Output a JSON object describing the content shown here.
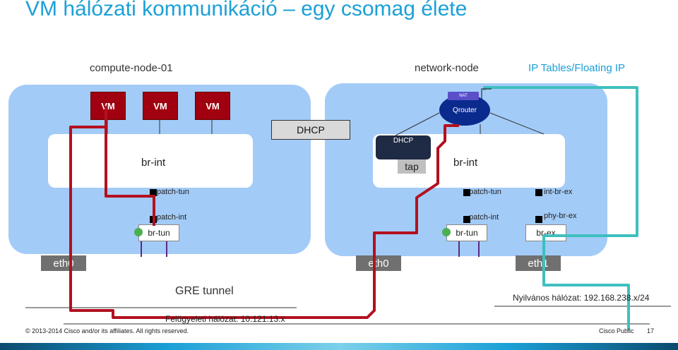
{
  "title": "VM hálózati kommunikáció – egy csomag élete",
  "headers": {
    "compute": "compute-node-01",
    "network": "network-node",
    "iptables": "IP Tables/Floating IP"
  },
  "vms": [
    "VM",
    "VM",
    "VM"
  ],
  "dhcp_top": "DHCP",
  "dhcp_dark": "DHCP",
  "tap": "tap",
  "router": "Qrouter",
  "nat": "NAT",
  "bridges": {
    "left_brint": "br-int",
    "right_brint": "br-int"
  },
  "ports": {
    "left_patch_tun": "patch-tun",
    "left_patch_int": "patch-int",
    "right_patch_tun": "patch-tun",
    "right_patch_int": "patch-int",
    "int_br_ex": "int-br-ex",
    "phy_br_ex": "phy-br-ex"
  },
  "tunbox": {
    "left": "br-tun",
    "right": "br-tun",
    "ex": "br-ex"
  },
  "eth": {
    "left": "eth0",
    "mid": "eth0",
    "right": "eth1"
  },
  "gre": "GRE tunnel",
  "public_net": "Nyilvános hálózat: 192.168.238.x/24",
  "mgmt_net": "Felügyeleti hálózat: 10.121.13.x",
  "footer": {
    "copyright": "© 2013-2014  Cisco and/or its affiliates. All rights reserved.",
    "public": "Cisco Public",
    "page": "17"
  },
  "colors": {
    "title": "#1ba0d7",
    "panel": "#a3cbf7",
    "vm": "#a0000f",
    "red_path": "#b3101e",
    "teal_path": "#3fbfbf",
    "eth": "#707070"
  }
}
